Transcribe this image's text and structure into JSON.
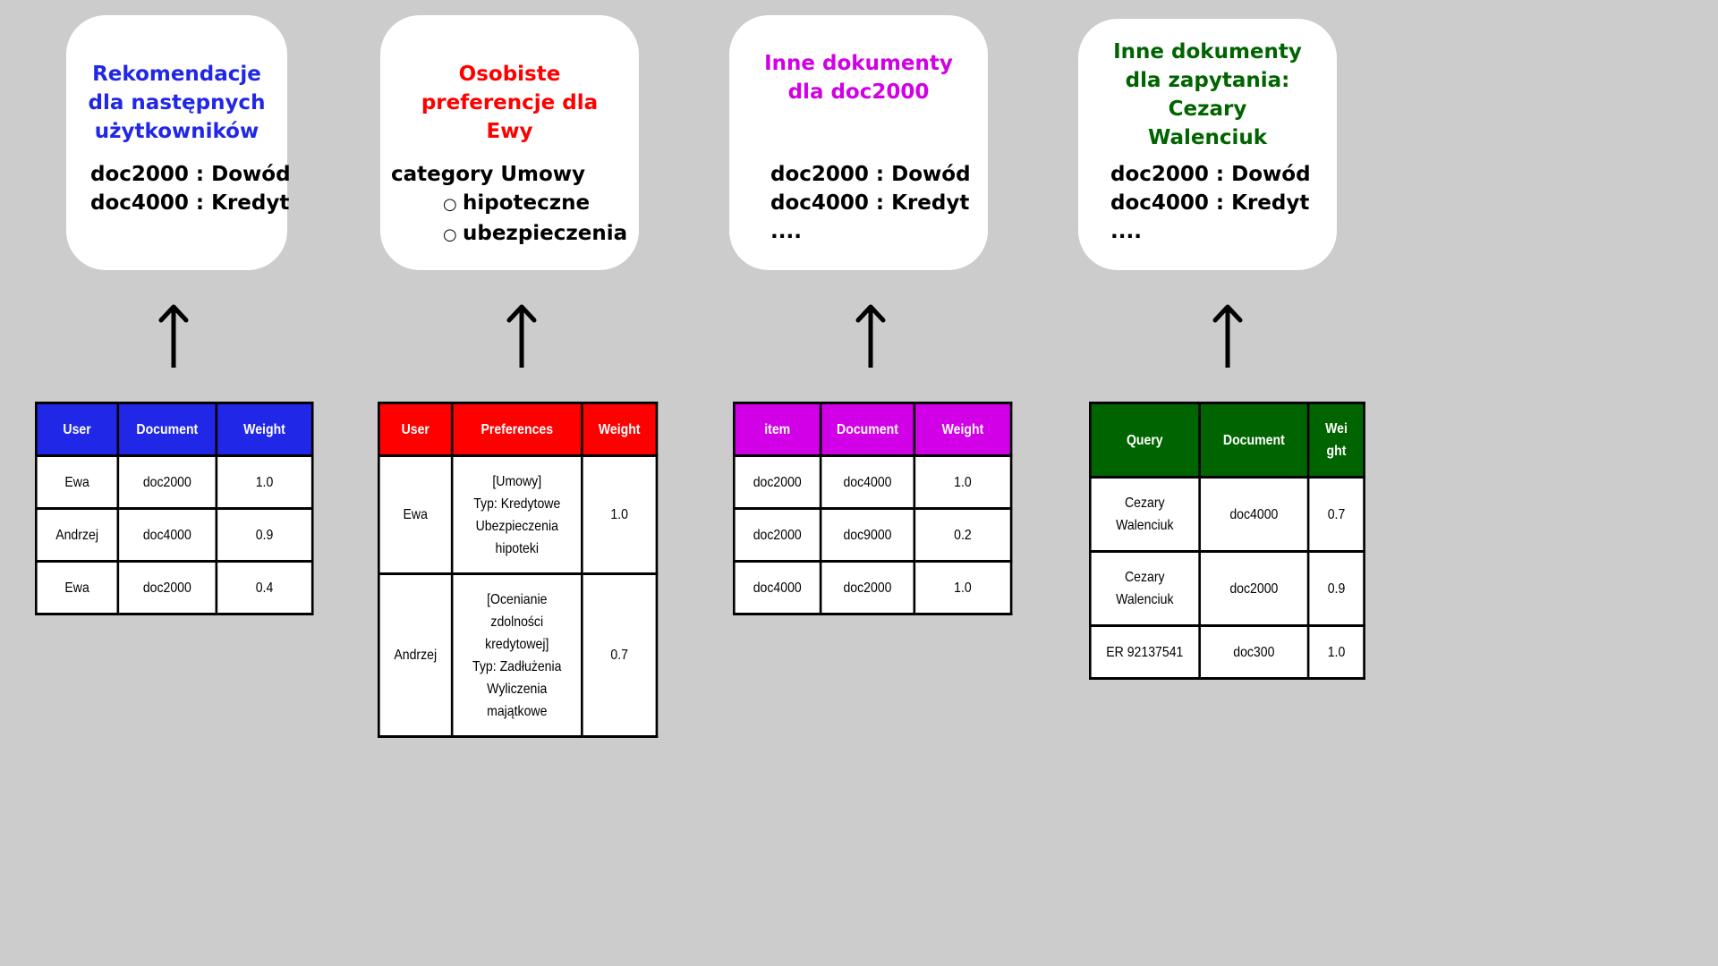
{
  "colors": {
    "background": "#cccccc",
    "blue": "#2127e6",
    "red": "#ff0000",
    "magenta": "#d100e6",
    "green": "#006400"
  },
  "cards": [
    {
      "title_lines": [
        "Rekomendacje",
        "dla następnych",
        "użytkowników"
      ],
      "lines": [
        "doc2000 : Dowód",
        "doc4000 : Kredyt"
      ]
    },
    {
      "title_lines": [
        "Osobiste",
        "preferencje dla",
        "Ewy"
      ],
      "lines": [
        "category Umowy"
      ],
      "sub_items": [
        "hipoteczne",
        "ubezpieczenia"
      ],
      "bullet": "○"
    },
    {
      "title_lines": [
        "Inne dokumenty",
        "dla doc2000"
      ],
      "lines": [
        "doc2000 : Dowód",
        "doc4000 : Kredyt",
        "...."
      ]
    },
    {
      "title_lines": [
        "Inne dokumenty",
        "dla zapytania:",
        "Cezary",
        "Walenciuk"
      ],
      "lines": [
        "doc2000 : Dowód",
        "doc4000 : Kredyt",
        "...."
      ]
    }
  ],
  "tables": [
    {
      "headers": [
        "User",
        "Document",
        "Weight"
      ],
      "rows": [
        [
          [
            "Ewa"
          ],
          [
            "doc2000"
          ],
          [
            "1.0"
          ]
        ],
        [
          [
            "Andrzej"
          ],
          [
            "doc4000"
          ],
          [
            "0.9"
          ]
        ],
        [
          [
            "Ewa"
          ],
          [
            "doc2000"
          ],
          [
            "0.4"
          ]
        ]
      ]
    },
    {
      "headers": [
        "User",
        "Preferences",
        "Weight"
      ],
      "rows": [
        [
          [
            "Ewa"
          ],
          [
            "[Umowy]",
            "Typ: Kredytowe",
            "Ubezpieczenia",
            "hipoteki"
          ],
          [
            "1.0"
          ]
        ],
        [
          [
            "Andrzej"
          ],
          [
            "[Ocenianie",
            "zdolności",
            "kredytowej]",
            "Typ: Zadłużenia",
            "Wyliczenia",
            "majątkowe"
          ],
          [
            "0.7"
          ]
        ]
      ]
    },
    {
      "headers": [
        "item",
        "Document",
        "Weight"
      ],
      "rows": [
        [
          [
            "doc2000"
          ],
          [
            "doc4000"
          ],
          [
            "1.0"
          ]
        ],
        [
          [
            "doc2000"
          ],
          [
            "doc9000"
          ],
          [
            "0.2"
          ]
        ],
        [
          [
            "doc4000"
          ],
          [
            "doc2000"
          ],
          [
            "1.0"
          ]
        ]
      ]
    },
    {
      "headers": [
        "Query",
        "Document",
        "Wei\nght"
      ],
      "rows": [
        [
          [
            "Cezary",
            "Walenciuk"
          ],
          [
            "doc4000"
          ],
          [
            "0.7"
          ]
        ],
        [
          [
            "Cezary",
            "Walenciuk"
          ],
          [
            "doc2000"
          ],
          [
            "0.9"
          ]
        ],
        [
          [
            "ER 92137541"
          ],
          [
            "doc300"
          ],
          [
            "1.0"
          ]
        ]
      ]
    }
  ]
}
